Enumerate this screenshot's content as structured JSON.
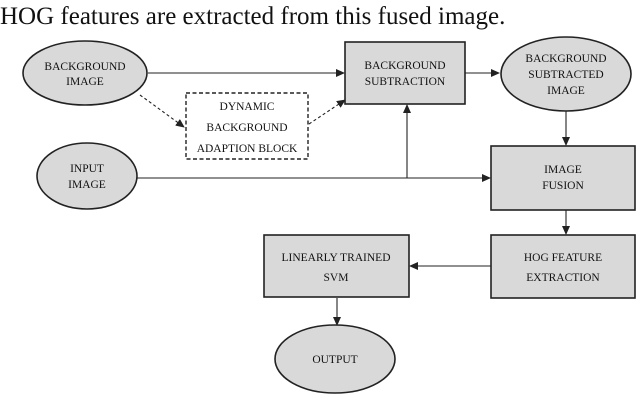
{
  "caption": "HOG features are extracted from this fused image.",
  "nodes": {
    "background_image": [
      "BACKGROUND",
      "IMAGE"
    ],
    "dynamic_adaption": [
      "DYNAMIC",
      "BACKGROUND",
      "ADAPTION BLOCK"
    ],
    "input_image": [
      "INPUT",
      "IMAGE"
    ],
    "background_subtraction": [
      "BACKGROUND",
      "SUBTRACTION"
    ],
    "background_subtracted_image": [
      "BACKGROUND",
      "SUBTRACTED",
      "IMAGE"
    ],
    "image_fusion": [
      "IMAGE",
      "FUSION"
    ],
    "hog_feature_extraction": [
      "HOG FEATURE",
      "EXTRACTION"
    ],
    "linearly_trained_svm": [
      "LINEARLY TRAINED",
      "SVM"
    ],
    "output": [
      "OUTPUT"
    ]
  },
  "colors": {
    "node_fill": "#d9d9d9",
    "stroke": "#222222"
  }
}
